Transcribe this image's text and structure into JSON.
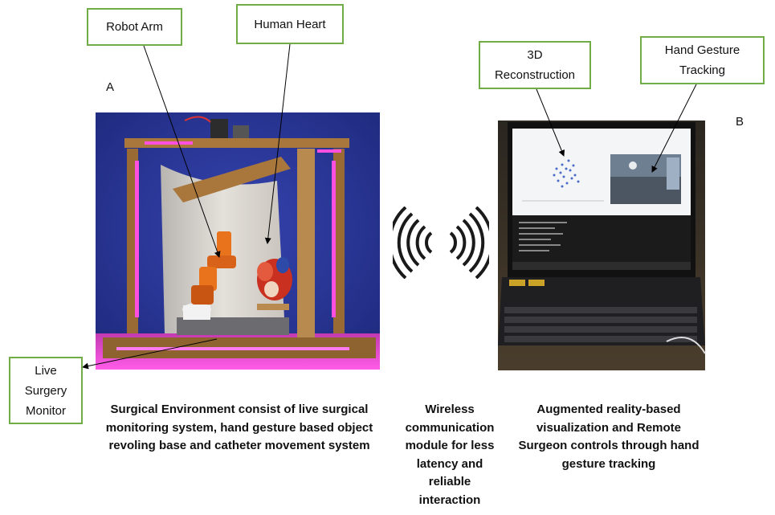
{
  "labels": {
    "robot_arm": "Robot Arm",
    "human_heart": "Human Heart",
    "reconstruction": "3D Reconstruction",
    "hand_tracking": "Hand Gesture Tracking",
    "live_monitor": "Live Surgery Monitor"
  },
  "letters": {
    "a": "A",
    "b": "B"
  },
  "captions": {
    "left": "Surgical Environment consist of live surgical monitoring system, hand gesture based object revoling base and catheter movement system",
    "middle": "Wireless communication module for less latency and reliable interaction",
    "right": "Augmented reality-based visualization and Remote Surgeon controls through hand gesture tracking"
  },
  "colors": {
    "box_border": "#70ad47",
    "backdrop_blue": "#2b3a9e",
    "led_pink": "#ff3ad9",
    "wood": "#a9773c"
  },
  "icons": {
    "wireless": "wireless-signal-icon"
  }
}
